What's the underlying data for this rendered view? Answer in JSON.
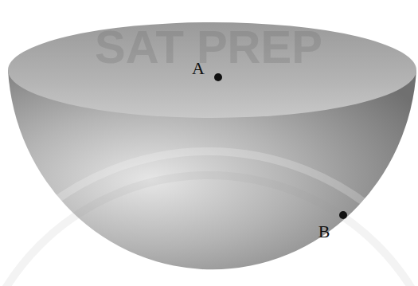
{
  "diagram": {
    "labels": [
      "SAT PREP",
      "A",
      "B"
    ]
  }
}
